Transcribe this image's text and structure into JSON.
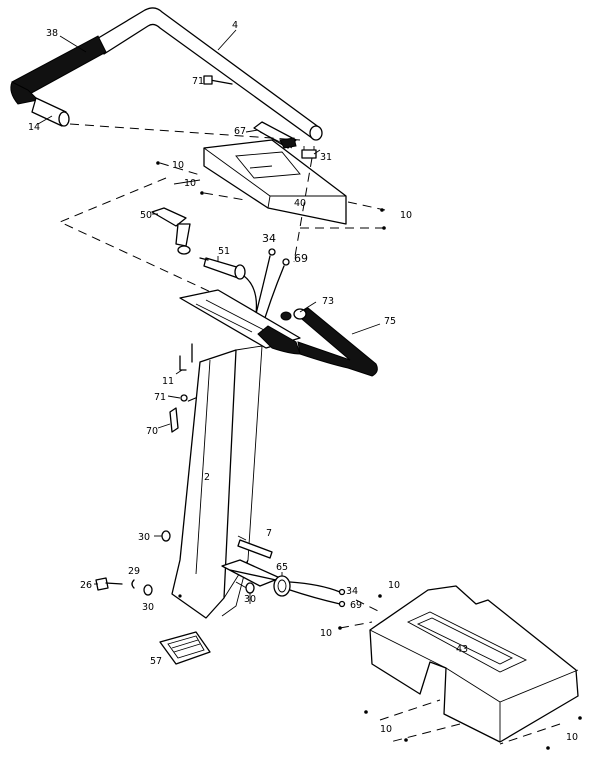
{
  "diagram": {
    "callouts": {
      "p4": "4",
      "p38": "38",
      "p14": "14",
      "p71": "71",
      "p67": "67",
      "p31": "31",
      "p10a": "10",
      "p10b": "10",
      "p40": "40",
      "p10c": "10",
      "p50": "50",
      "p51": "51",
      "p34a": "34",
      "p69a": "69",
      "p73": "73",
      "p75": "75",
      "p11": "11",
      "p71b": "71",
      "p70": "70",
      "p2": "2",
      "p30a": "30",
      "p7": "7",
      "p65": "65",
      "p29": "29",
      "p26": "26",
      "p30b": "30",
      "p30c": "30",
      "p34b": "34",
      "p69b": "69",
      "p10d": "10",
      "p10e": "10",
      "p43": "43",
      "p57": "57",
      "p10f": "10",
      "p10g": "10"
    }
  }
}
